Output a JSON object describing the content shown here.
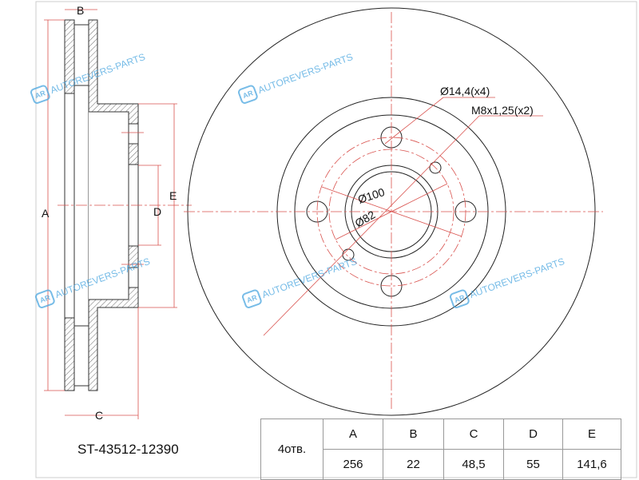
{
  "drawing": {
    "part_number": "ST-43512-12390",
    "labels": {
      "A": "A",
      "B": "B",
      "C": "C",
      "D": "D",
      "E": "E"
    },
    "annotations": {
      "bolt_holes": "Ø14,4(x4)",
      "thread_holes": "M8x1,25(x2)",
      "pcd": "Ø100",
      "center_bore": "Ø82"
    },
    "watermark": "AUTOREVERS-PARTS",
    "watermark_logo": "AR"
  },
  "table": {
    "holes_label": "4отв.",
    "headers": [
      "A",
      "B",
      "C",
      "D",
      "E"
    ],
    "values": [
      "256",
      "22",
      "48,5",
      "55",
      "141,6"
    ]
  },
  "colors": {
    "line": "#222222",
    "dim": "#d9534f",
    "watermark": "#4aa6e0"
  }
}
